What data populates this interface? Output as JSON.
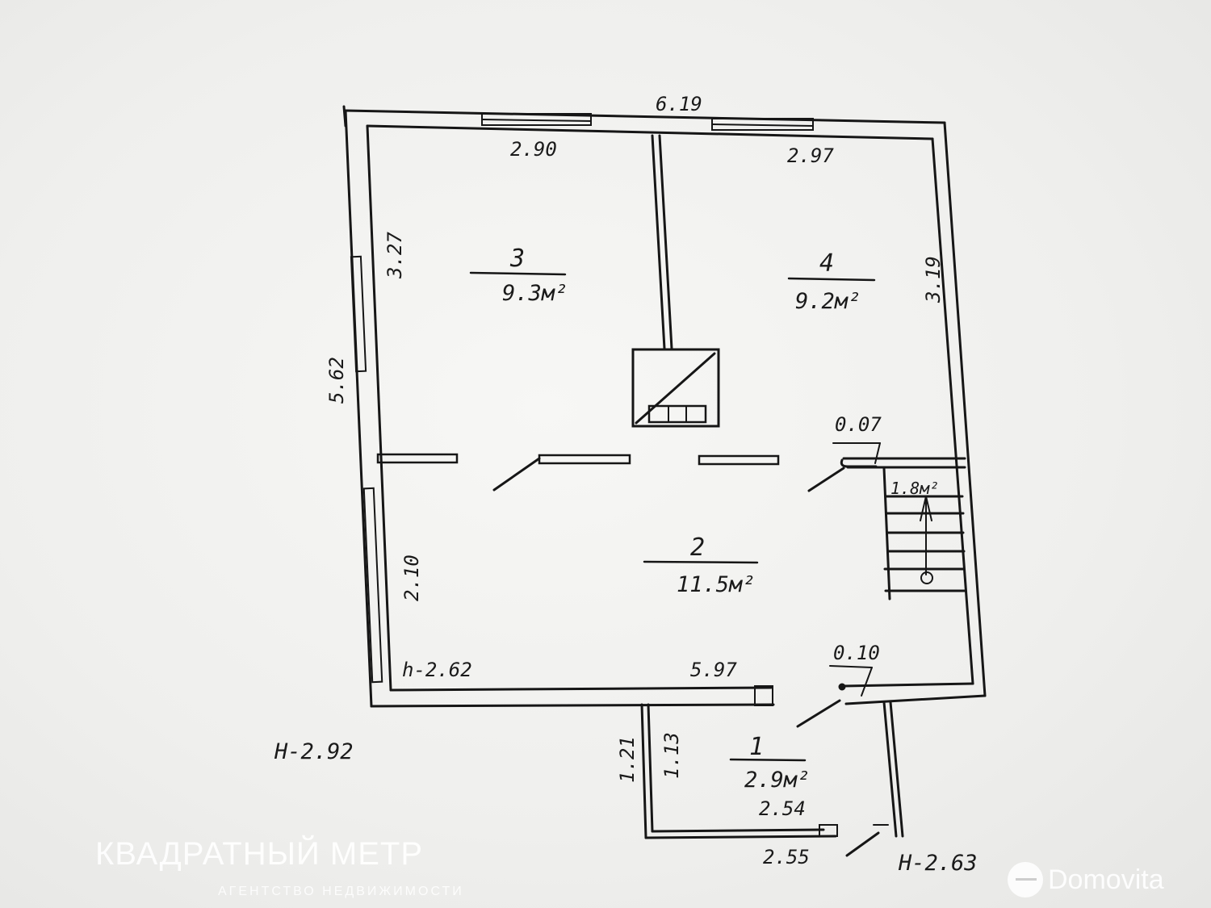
{
  "plan": {
    "overall_width": "6.19",
    "overall_depth": "5.62",
    "left_wall_height_mark": "H-2.92",
    "bottom_right_height_mark": "H-2.63",
    "inner_height_mark": "h-2.62"
  },
  "rooms": [
    {
      "number": "1",
      "area": "2.9м²"
    },
    {
      "number": "2",
      "area": "11.5м²"
    },
    {
      "number": "3",
      "area": "9.3м²"
    },
    {
      "number": "4",
      "area": "9.2м²"
    }
  ],
  "stair": {
    "area": "1.8м²"
  },
  "dimensions": {
    "room3_width": "2.90",
    "room4_width": "2.97",
    "room3_depth": "3.27",
    "room4_depth": "3.19",
    "room2_left_depth": "2.10",
    "room2_width": "5.97",
    "door_offset_top": "0.07",
    "door_offset_bottom": "0.10",
    "porch_outer_depth": "1.21",
    "porch_inner_depth": "1.13",
    "porch_inner_width": "2.54",
    "porch_outer_width": "2.55"
  },
  "watermarks": {
    "left_title": "КВАДРАТНЫЙ МЕТР",
    "left_subtitle": "АГЕНТСТВО НЕДВИЖИМОСТИ",
    "right_brand": "Domovita"
  }
}
